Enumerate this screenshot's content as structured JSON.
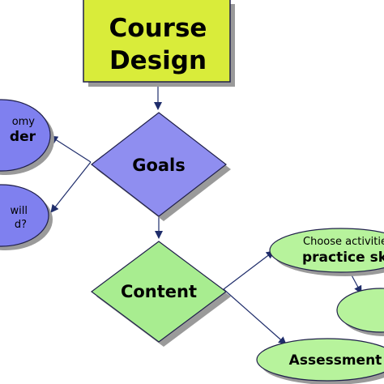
{
  "diagram": {
    "colors": {
      "course_box": "#d9ec3a",
      "goals_diamond": "#8f8ef0",
      "content_diamond": "#a8ed90",
      "blue_ellipse": "#7f80ef",
      "green_ellipse": "#b7f39c",
      "outline": "#1f1f4a",
      "arrow": "#1f2d6b",
      "shadow": "#9a9a9a"
    },
    "nodes": {
      "course_design": {
        "line1": "Course",
        "line2": "Design"
      },
      "goals": {
        "label": "Goals"
      },
      "content": {
        "label": "Content"
      },
      "left_top_ellipse": {
        "line1": "omy",
        "line2": "der"
      },
      "left_bottom_ellipse": {
        "line1": "will",
        "line2": "d?"
      },
      "right_top_ellipse": {
        "line1": "Choose activitie",
        "line2": "practice skil"
      },
      "assessment": {
        "label": "Assessment"
      }
    },
    "edges": [
      {
        "from": "Course Design",
        "to": "Goals"
      },
      {
        "from": "Goals",
        "to": "left_top_ellipse"
      },
      {
        "from": "Goals",
        "to": "left_bottom_ellipse"
      },
      {
        "from": "Goals",
        "to": "Content"
      },
      {
        "from": "Content",
        "to": "right_top_ellipse"
      },
      {
        "from": "Content",
        "to": "Assessment"
      },
      {
        "from": "right_top_ellipse",
        "to": "right_mid_ellipse"
      }
    ]
  }
}
